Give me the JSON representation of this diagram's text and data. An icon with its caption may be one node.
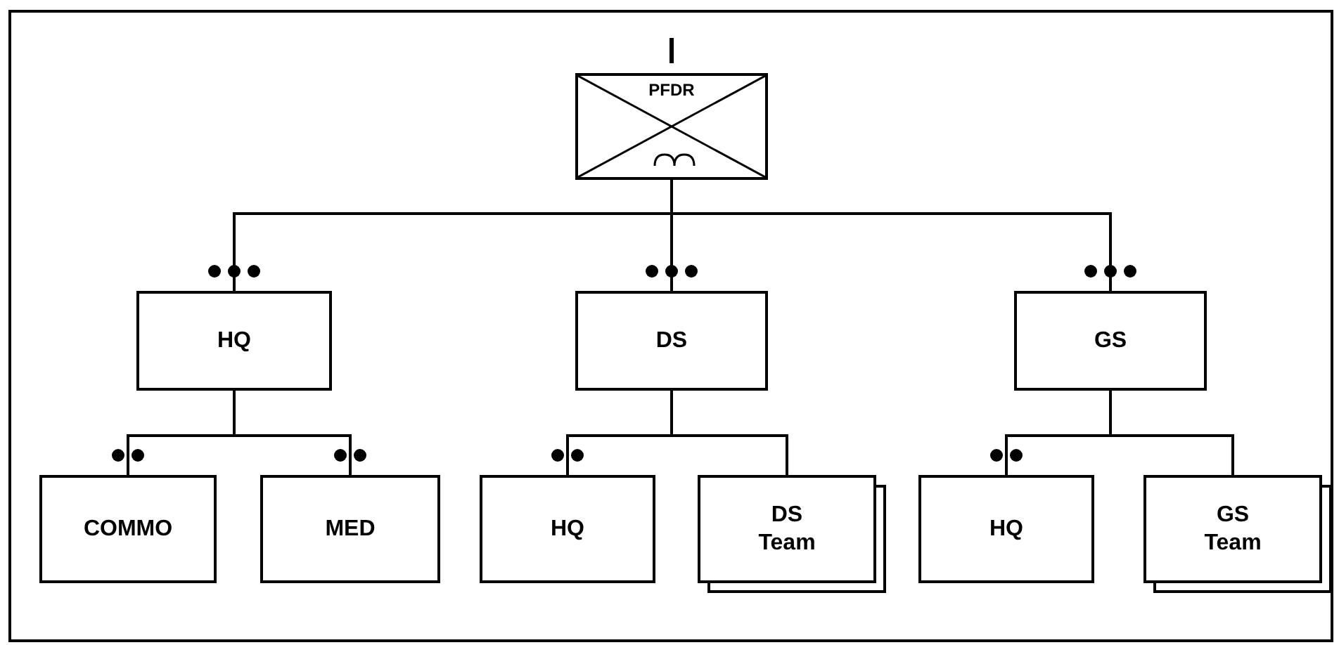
{
  "diagram": {
    "nodes": [
      {
        "text": [
          "PFDR"
        ]
      },
      {
        "text": [
          "HQ"
        ]
      },
      {
        "text": [
          "DS"
        ]
      },
      {
        "text": [
          "GS"
        ]
      },
      {
        "text": [
          "COMMO"
        ]
      },
      {
        "text": [
          "MED"
        ]
      },
      {
        "text": [
          "HQ"
        ]
      },
      {
        "text": [
          "DS Team"
        ]
      },
      {
        "text": [
          "HQ"
        ]
      },
      {
        "text": [
          "GS Team"
        ]
      }
    ],
    "edges": [
      {
        "from": 0,
        "to": 1,
        "arrow": "none"
      },
      {
        "from": 0,
        "to": 2,
        "arrow": "none"
      },
      {
        "from": 0,
        "to": 3,
        "arrow": "none"
      },
      {
        "from": 1,
        "to": 4,
        "arrow": "none"
      },
      {
        "from": 1,
        "to": 5,
        "arrow": "none"
      },
      {
        "from": 2,
        "to": 6,
        "arrow": "none"
      },
      {
        "from": 2,
        "to": 7,
        "arrow": "none"
      },
      {
        "from": 3,
        "to": 8,
        "arrow": "none"
      },
      {
        "from": 3,
        "to": 9,
        "arrow": "none"
      }
    ]
  }
}
